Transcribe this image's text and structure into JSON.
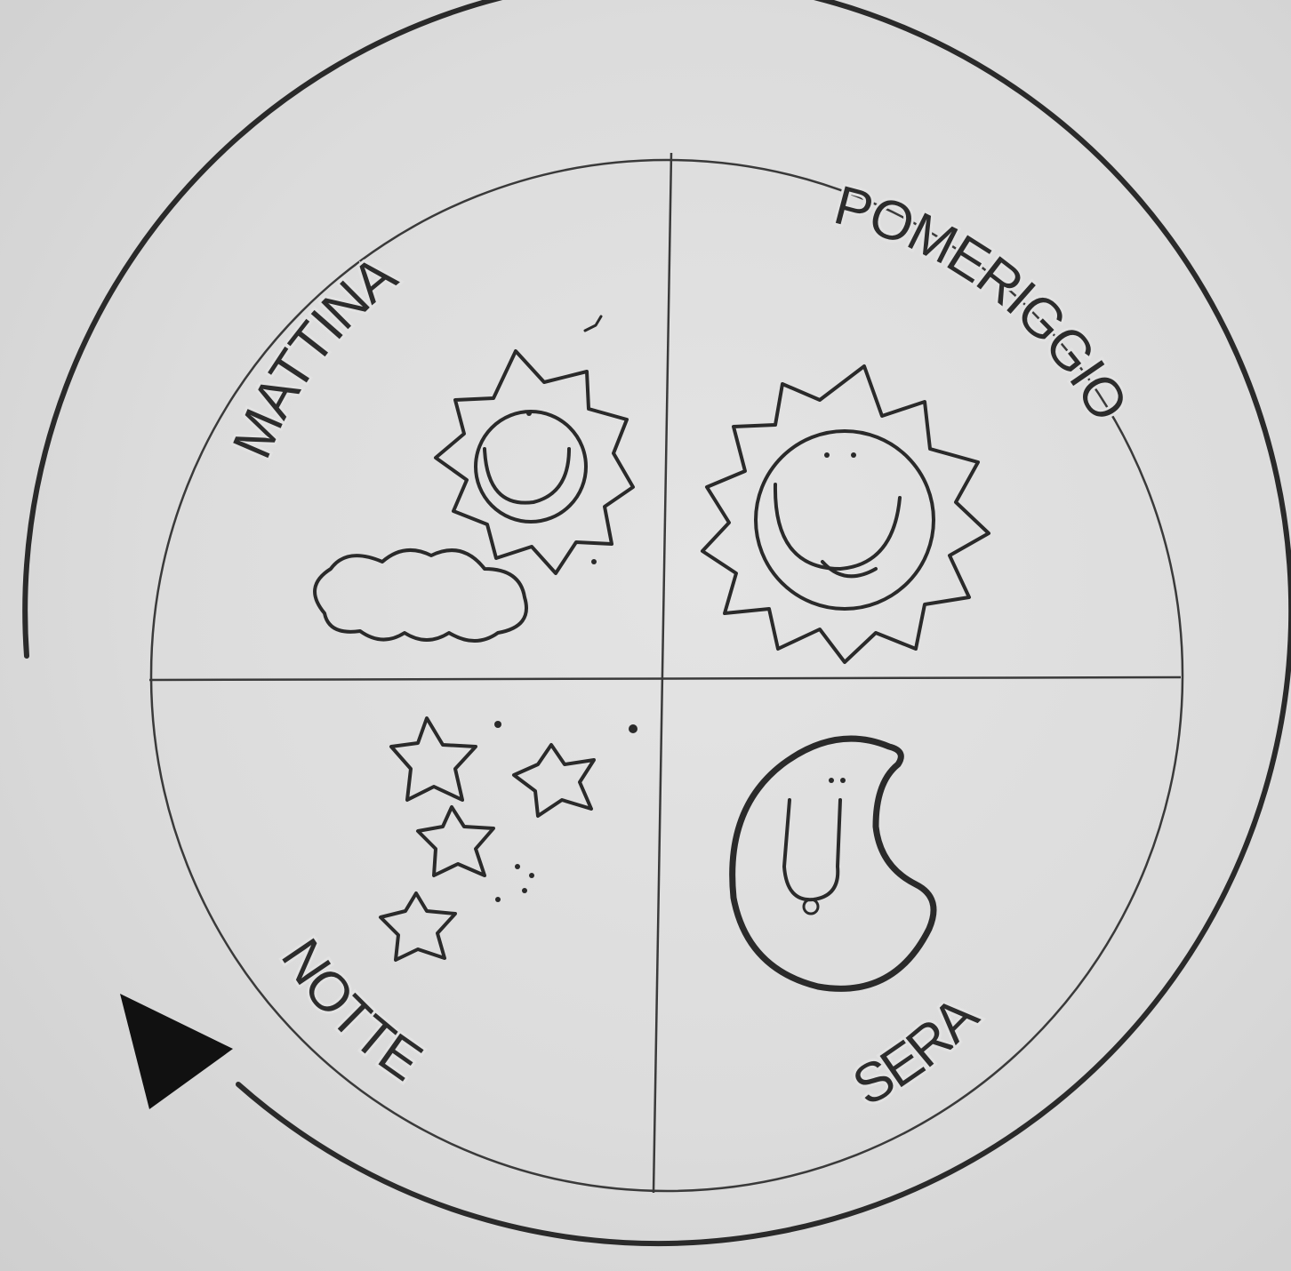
{
  "diagram": {
    "quadrants": [
      {
        "label": "MATTINA",
        "icon": "sun-cloud-icon"
      },
      {
        "label": "POMERIGGIO",
        "icon": "sun-icon"
      },
      {
        "label": "SERA",
        "icon": "moon-icon"
      },
      {
        "label": "NOTTE",
        "icon": "stars-icon"
      }
    ],
    "cycle_direction": "counterclockwise",
    "colors": {
      "paper": "#dcdcdc",
      "ink": "#2a2a2a"
    }
  }
}
